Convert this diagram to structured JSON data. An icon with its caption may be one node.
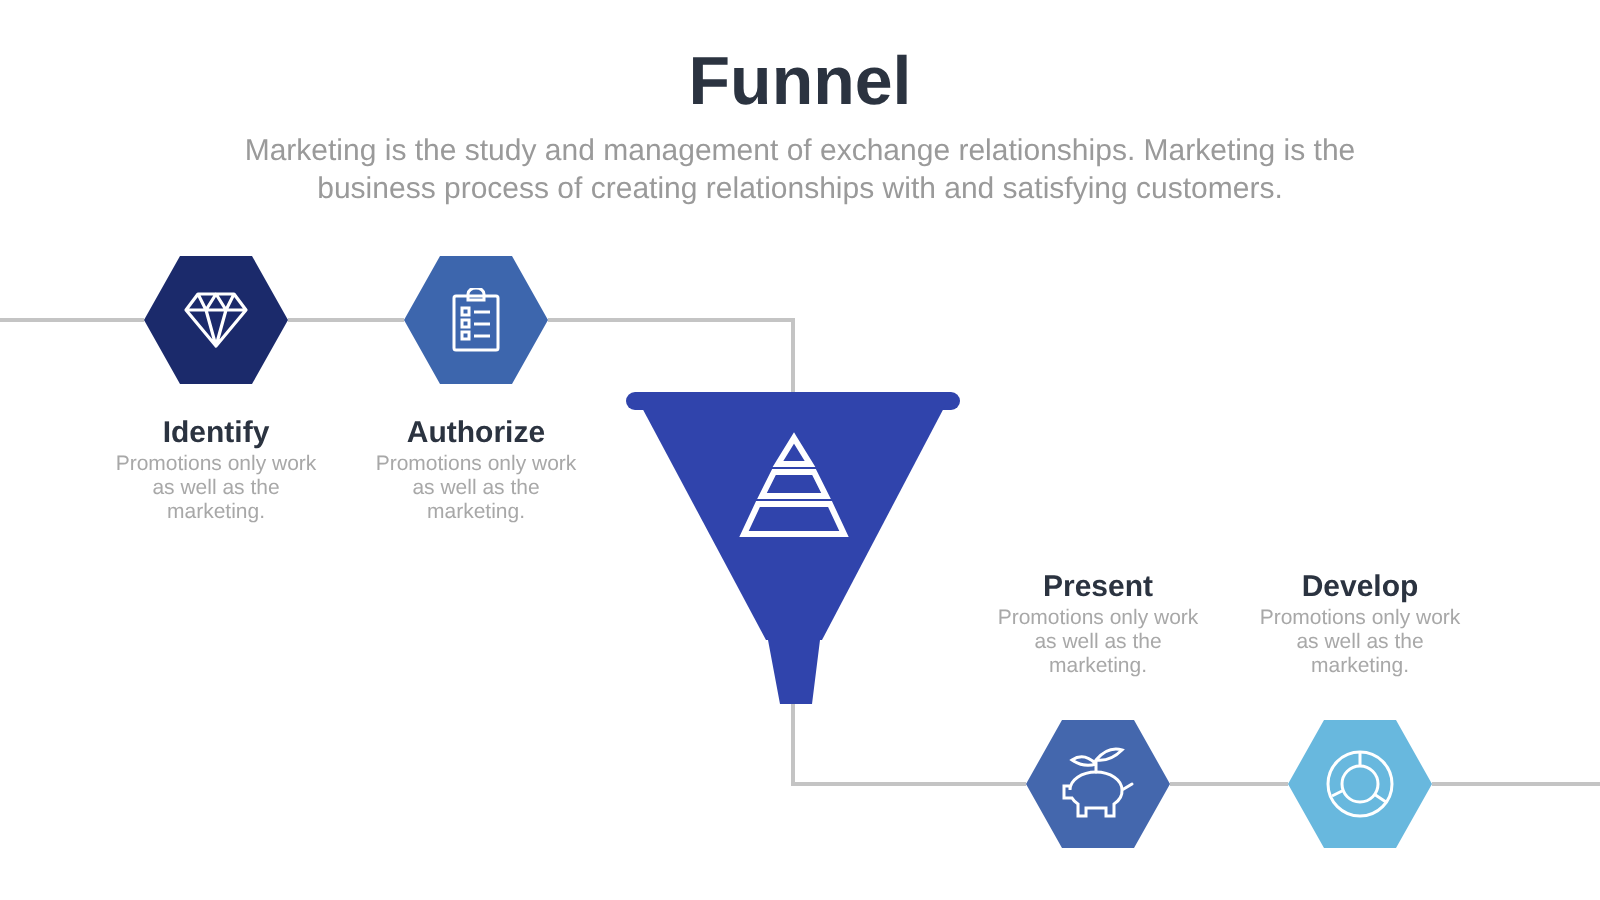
{
  "diagram": {
    "title": "Funnel",
    "nodes": [
      {
        "text": [
          "Identify",
          "Promotions only work as well as the marketing."
        ]
      },
      {
        "text": [
          "Authorize",
          "Promotions only work as well as the marketing."
        ]
      },
      {
        "text": [],
        "shape": "funnel"
      },
      {
        "text": [
          "Present",
          "Promotions only work as well as the marketing."
        ]
      },
      {
        "text": [
          "Develop",
          "Promotions only work as well as the marketing."
        ]
      }
    ],
    "edges": [
      {
        "from": null,
        "to": 0,
        "arrow": "none"
      },
      {
        "from": 0,
        "to": 1,
        "arrow": "none"
      },
      {
        "from": 1,
        "to": 2,
        "arrow": "none"
      },
      {
        "from": 2,
        "to": 3,
        "arrow": "none"
      },
      {
        "from": 3,
        "to": 4,
        "arrow": "none"
      },
      {
        "from": 4,
        "to": null,
        "arrow": "none"
      }
    ],
    "labels": [
      "Marketing is the study and management of exchange relationships. Marketing is the business process of creating relationships with and satisfying customers."
    ]
  }
}
